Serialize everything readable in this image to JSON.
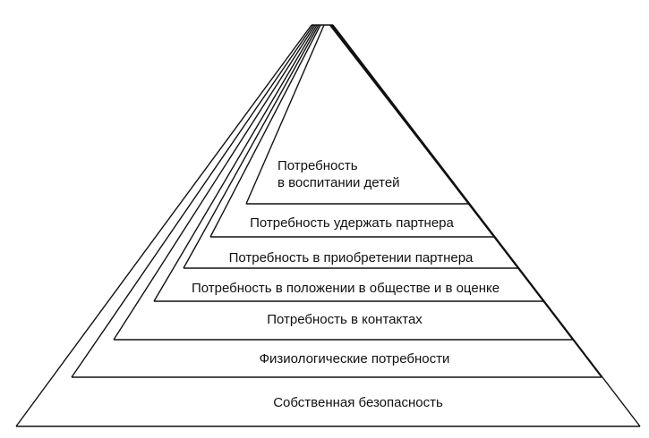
{
  "diagram": {
    "title": "",
    "levels": [
      {
        "label": "Собственная безопасность"
      },
      {
        "label": "Физиологические потребности"
      },
      {
        "label": "Потребность в контактах"
      },
      {
        "label": "Потребность в положении в обществе и в оценке"
      },
      {
        "label": "Потребность в приобретении партнера"
      },
      {
        "label": "Потребность удержать партнера"
      },
      {
        "label_line1": "Потребность",
        "label_line2": "в воспитании детей"
      }
    ],
    "colors": {
      "stroke": "#111111",
      "background": "#ffffff"
    }
  }
}
